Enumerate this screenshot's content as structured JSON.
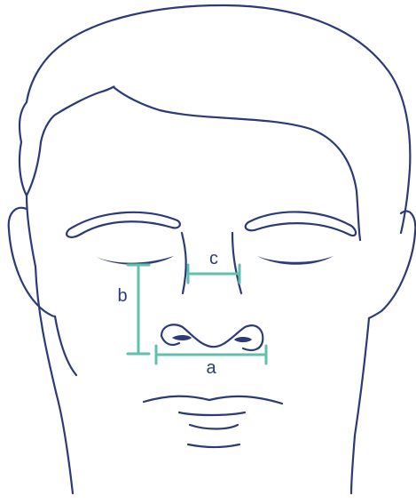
{
  "diagram": {
    "labels": {
      "a": "a",
      "b": "b",
      "c": "c"
    },
    "colors": {
      "outline": "#2b3a7a",
      "eyelid": "#2b3a7a",
      "measure": "#5fc0ac",
      "label": "#2b3a7a",
      "background": "#ffffff"
    }
  }
}
